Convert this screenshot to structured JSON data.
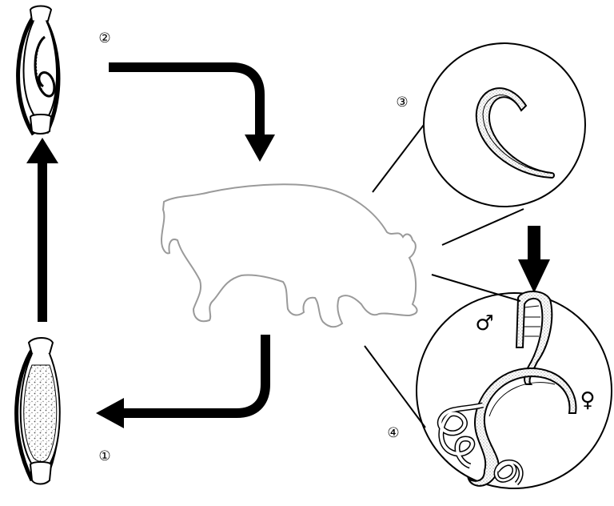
{
  "labels": {
    "stage1": "①",
    "stage2": "②",
    "stage3": "③",
    "stage4": "④",
    "male": "♂",
    "female": "♀"
  },
  "colors": {
    "stroke": "#000000",
    "background": "#ffffff",
    "stipple": "#888888"
  }
}
